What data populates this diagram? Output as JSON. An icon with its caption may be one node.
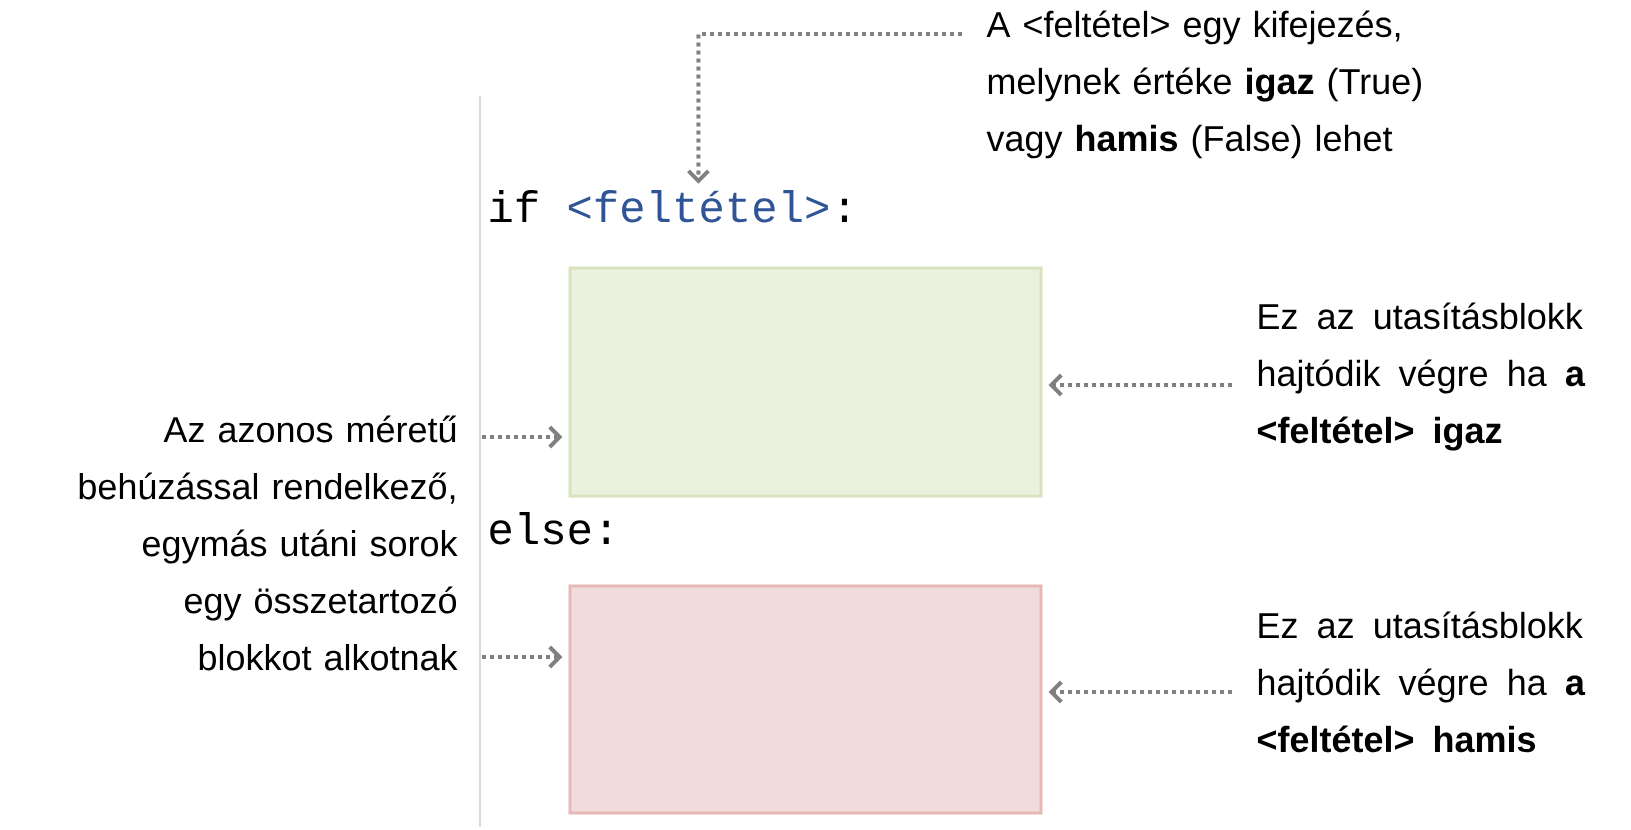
{
  "diagram": {
    "nodes": [
      {
        "text": [
          "A <feltétel> egy kifejezés, melynek értéke **igaz** (True) vagy **hamis** (False) lehet"
        ]
      },
      {
        "text": [
          "<feltétel>"
        ]
      },
      {
        "text": [],
        "shape": "box"
      },
      {
        "text": [],
        "shape": "box"
      },
      {
        "text": [
          "Az azonos méretű behúzással rendelkező, egymás utáni sorok egy összetartozó blokkot alkotnak"
        ]
      },
      {
        "text": [
          "Ez az utasításblokk hajtódik végre ha **a <feltétel> igaz**"
        ]
      },
      {
        "text": [
          "Ez az utasításblokk hajtódik végre ha **a <feltétel> hamis**"
        ]
      }
    ],
    "edges": [
      {
        "from": 0,
        "to": 1,
        "arrow": "to"
      },
      {
        "from": 4,
        "to": 2,
        "arrow": "to"
      },
      {
        "from": 4,
        "to": 3,
        "arrow": "to"
      },
      {
        "from": 5,
        "to": 2,
        "arrow": "to"
      },
      {
        "from": 6,
        "to": 3,
        "arrow": "to"
      }
    ],
    "labels": [
      "if",
      ":",
      "else:"
    ]
  }
}
